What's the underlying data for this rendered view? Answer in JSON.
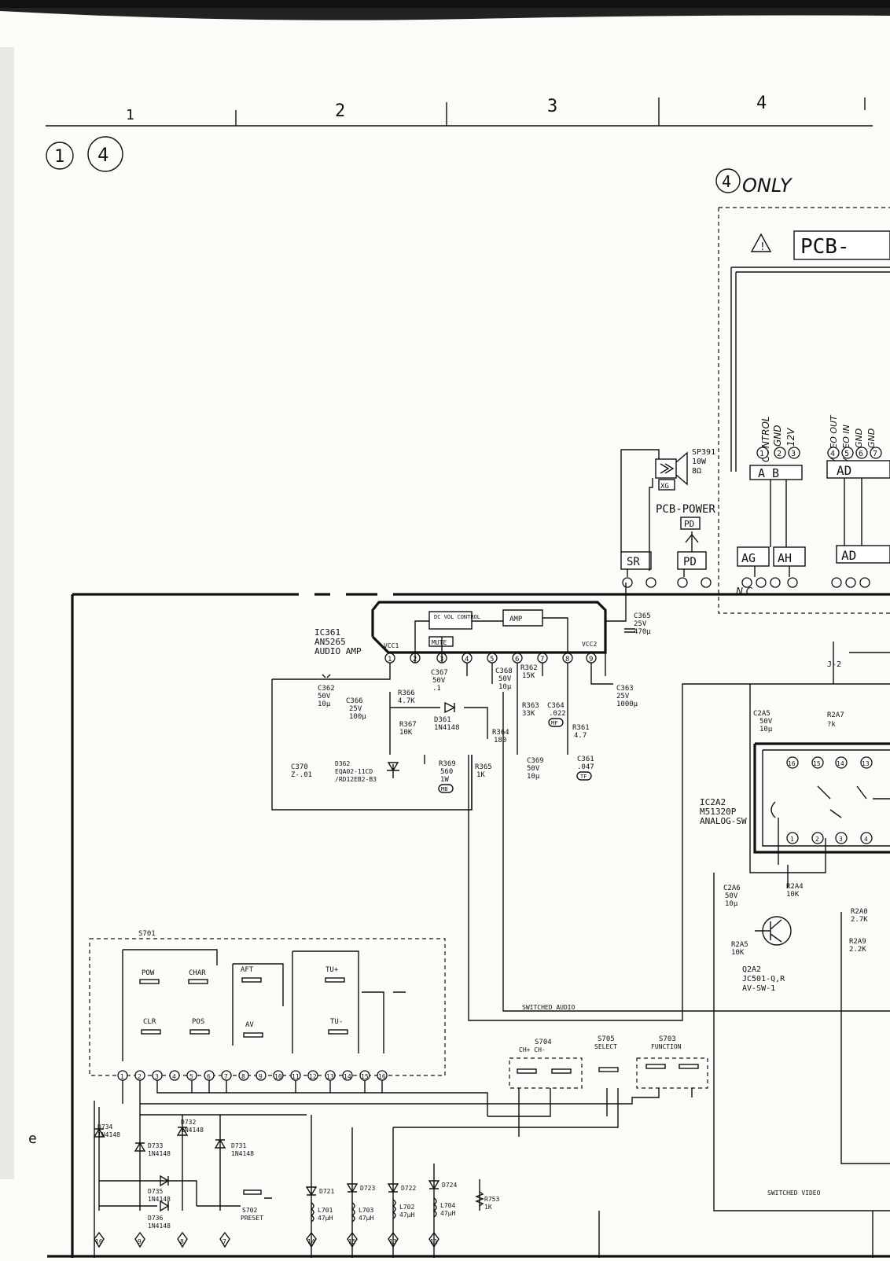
{
  "ruler": {
    "zones": [
      "1",
      "2",
      "3",
      "4"
    ]
  },
  "marks": {
    "circle_1": "1",
    "circle_4": "4",
    "only_circle": "4",
    "only_text": "ONLY",
    "edge_letter": "e"
  },
  "pcb_top": {
    "label": "PCB-",
    "warning_glyph": "!"
  },
  "connector_labels": [
    "CONTROL",
    "GND",
    "12V",
    "VIDEO OUT",
    "VIDEO IN",
    "GND",
    "GND"
  ],
  "connector_pins": [
    "1",
    "2",
    "3",
    "4",
    "5",
    "6",
    "7"
  ],
  "connectors": {
    "AB": "A B",
    "AD": "AD",
    "AG": "AG",
    "AH": "AH",
    "SR": "SR",
    "PD": "PD",
    "XG": "XG",
    "NC": "N.C"
  },
  "pcb_power": {
    "label": "PCB-POWER",
    "tag": "PD"
  },
  "speaker": {
    "ref": "SP391",
    "rating": "10W",
    "imp": "8Ω"
  },
  "ic361": {
    "ref": "IC361",
    "part": "AN5265",
    "func": "AUDIO AMP",
    "vcc1": "VCC1",
    "vcc2": "VCC2",
    "block1": "DC VOL CONTROL",
    "block2": "AMP",
    "block3": "MUTE",
    "pins": [
      "1",
      "2",
      "3",
      "4",
      "5",
      "6",
      "7",
      "8",
      "9"
    ]
  },
  "components": [
    {
      "ref": "C365",
      "v1": "25V",
      "v2": "470μ"
    },
    {
      "ref": "C362",
      "v1": "50V",
      "v2": "10μ"
    },
    {
      "ref": "C366",
      "v1": "25V",
      "v2": "100μ"
    },
    {
      "ref": "R366",
      "v1": "4.7K",
      "v2": ""
    },
    {
      "ref": "C367",
      "v1": "50V",
      "v2": ".1"
    },
    {
      "ref": "C368",
      "v1": "50V",
      "v2": "10μ"
    },
    {
      "ref": "R362",
      "v1": "15K",
      "v2": ""
    },
    {
      "ref": "C363",
      "v1": "25V",
      "v2": "1000μ"
    },
    {
      "ref": "R363",
      "v1": "33K",
      "v2": ""
    },
    {
      "ref": "C364",
      "v1": ".022",
      "v2": "MF"
    },
    {
      "ref": "R367",
      "v1": "10K",
      "v2": ""
    },
    {
      "ref": "D361",
      "v1": "1N4148",
      "v2": ""
    },
    {
      "ref": "R364",
      "v1": "180",
      "v2": ""
    },
    {
      "ref": "R361",
      "v1": "4.7",
      "v2": ""
    },
    {
      "ref": "C370",
      "v1": "Z-.01",
      "v2": ""
    },
    {
      "ref": "D362",
      "v1": "EQA02-11CD",
      "v2": "/RD12EB2-B3"
    },
    {
      "ref": "R369",
      "v1": "560",
      "v2": "1W"
    },
    {
      "ref": "R365",
      "v1": "1K",
      "v2": ""
    },
    {
      "ref": "C369",
      "v1": "50V",
      "v2": "10μ"
    },
    {
      "ref": "C361",
      "v1": ".047",
      "v2": "TF"
    },
    {
      "ref": "C2A5",
      "v1": "50V",
      "v2": "10μ"
    },
    {
      "ref": "R2A7",
      "v1": "?k",
      "v2": ""
    },
    {
      "ref": "C2A6",
      "v1": "50V",
      "v2": "10μ"
    },
    {
      "ref": "R2A4",
      "v1": "10K",
      "v2": ""
    },
    {
      "ref": "R2A5",
      "v1": "10K",
      "v2": ""
    },
    {
      "ref": "R2A9",
      "v1": "2.2K",
      "v2": ""
    },
    {
      "ref": "R2A0",
      "v1": "2.7K",
      "v2": ""
    }
  ],
  "tags": {
    "mb": "MB",
    "mf": "MF",
    "tf": "TF"
  },
  "ic2a2": {
    "ref": "IC2A2",
    "part": "M51320P",
    "func": "ANALOG-SW",
    "pins": [
      "16",
      "15",
      "14",
      "13",
      "1",
      "2",
      "3",
      "4"
    ]
  },
  "q2a2": {
    "ref": "Q2A2",
    "part": "JC501-Q,R",
    "func": "AV-SW-1"
  },
  "s701": {
    "ref": "S701",
    "keys": [
      "POW",
      "CHAR",
      "AFT",
      "TU+",
      "CLR",
      "POS",
      "AV",
      "TU-"
    ],
    "pins": [
      "1",
      "2",
      "3",
      "4",
      "5",
      "6",
      "7",
      "8",
      "9",
      "10",
      "11",
      "12",
      "13",
      "14",
      "15",
      "16"
    ]
  },
  "switches": [
    {
      "ref": "S704",
      "label": "CH+   CH-"
    },
    {
      "ref": "S705",
      "label": "SELECT"
    },
    {
      "ref": "S703",
      "label": "FUNCTION"
    },
    {
      "ref": "S702",
      "label": "PRESET"
    }
  ],
  "diodes": [
    {
      "ref": "D734",
      "part": "1N4148"
    },
    {
      "ref": "D733",
      "part": "1N4148"
    },
    {
      "ref": "D732",
      "part": "1N4148"
    },
    {
      "ref": "D731",
      "part": "1N4148"
    },
    {
      "ref": "D735",
      "part": "1N4148"
    },
    {
      "ref": "D736",
      "part": "1N4148"
    },
    {
      "ref": "D721",
      "part": ""
    },
    {
      "ref": "D723",
      "part": ""
    },
    {
      "ref": "D722",
      "part": ""
    },
    {
      "ref": "D724",
      "part": ""
    }
  ],
  "inductors": [
    {
      "ref": "L701",
      "value": "47μH"
    },
    {
      "ref": "L703",
      "value": "47μH"
    },
    {
      "ref": "L702",
      "value": "47μH"
    },
    {
      "ref": "L704",
      "value": "47μH"
    },
    {
      "ref": "R753",
      "value": "1K"
    }
  ],
  "bottom_pins": [
    "16",
    "9",
    "8",
    "7",
    "14",
    "15",
    "13",
    "11"
  ],
  "nets": {
    "switched_audio": "SWITCHED AUDIO",
    "switched_video": "SWITCHED VIDEO",
    "j_label": "J-2"
  }
}
